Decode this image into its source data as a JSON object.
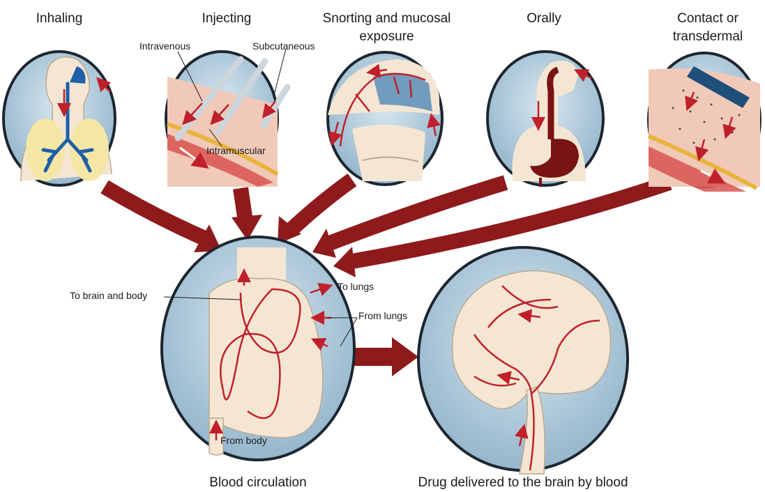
{
  "routes": {
    "inhaling": "Inhaling",
    "injecting": "Injecting",
    "snorting_line1": "Snorting and mucosal",
    "snorting_line2": "exposure",
    "orally": "Orally",
    "contact_line1": "Contact or",
    "contact_line2": "transdermal"
  },
  "injection_labels": {
    "intravenous": "Intravenous",
    "subcutaneous": "Subcutaneous",
    "intramuscular": "Intramuscular"
  },
  "heart_labels": {
    "to_brain_and_body": "To brain and body",
    "to_lungs": "To lungs",
    "from_lungs": "From lungs",
    "from_body": "From body"
  },
  "captions": {
    "blood_circulation": "Blood circulation",
    "brain_delivery": "Drug delivered to the brain by blood"
  },
  "colors": {
    "circle_fill": "#b9d3e3",
    "circle_edge": "#1d2630",
    "tissue": "#f5e6d3",
    "vessel": "#c0202a",
    "flow_arrow": "#8e1a1c",
    "airway": "#1f5fa8",
    "lung": "#f4e7a6"
  }
}
